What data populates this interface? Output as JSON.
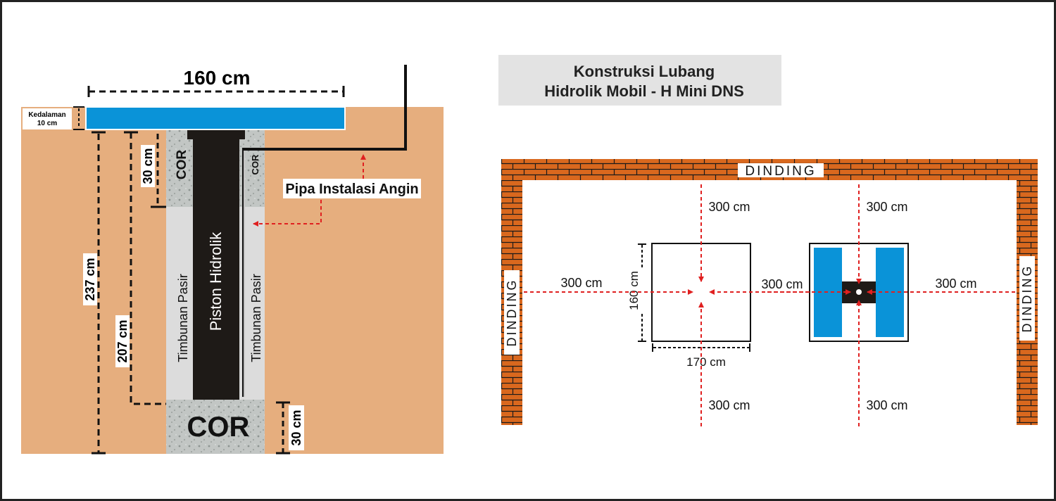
{
  "colors": {
    "soil": "#e6ae7e",
    "water_blue": "#0a93d8",
    "piston": "#1e1a17",
    "sand": "#dcdcdc",
    "concrete": "#c2c6c4",
    "brick": "#d9681e",
    "arrow_red": "#e02020",
    "title_bg": "#e3e3e3"
  },
  "title": {
    "line1": "Konstruksi Lubang",
    "line2": "Hidrolik Mobil - H Mini DNS"
  },
  "cross_section": {
    "width_label": "160 cm",
    "depth_label_line1": "Kedalaman",
    "depth_label_line2": "10 cm",
    "total_depth_label": "237 cm",
    "inner_depth_label": "207 cm",
    "top_cor_depth_label": "30 cm",
    "bottom_cor_depth_label": "30 cm",
    "top_cor_left_label": "COR",
    "top_cor_right_label": "COR",
    "bottom_cor_label": "COR",
    "piston_label": "Piston Hidrolik",
    "sand_left_label": "Timbunan Pasir",
    "sand_right_label": "Timbunan Pasir",
    "pipe_label": "Pipa Instalasi Angin"
  },
  "plan_view": {
    "wall_top_label": "DINDING",
    "wall_left_label": "DINDING",
    "wall_right_label": "DINDING",
    "dist_top_left": "300 cm",
    "dist_top_right": "300 cm",
    "dist_left": "300 cm",
    "dist_middle": "300 cm",
    "dist_right": "300 cm",
    "dist_bottom_left": "300 cm",
    "dist_bottom_right": "300 cm",
    "pit_height_label": "160 cm",
    "pit_width_label": "170 cm"
  }
}
